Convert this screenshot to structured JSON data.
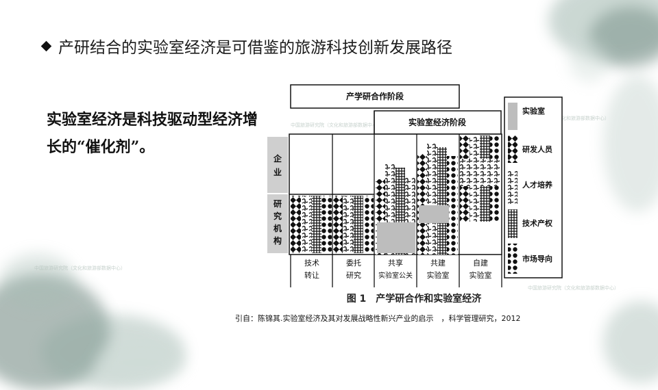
{
  "title": "产研结合的实验室经济是可借鉴的旅游科技创新发展路径",
  "body_text": "实验室经济是科技驱动型经济增长的“催化剂”。",
  "figure": {
    "caption": "图 1　产学研合作和实验室经济",
    "stage_top": "产学研合作阶段",
    "stage_second": "实验室经济阶段",
    "row_labels": {
      "enterprise": [
        "企",
        "业"
      ],
      "research": [
        "研",
        "究",
        "机",
        "构"
      ]
    },
    "columns": [
      [
        "技术",
        "转让"
      ],
      [
        "委托",
        "研究"
      ],
      [
        "共享",
        "实验室公关"
      ],
      [
        "共建",
        "实验室"
      ],
      [
        "自建",
        "实验室"
      ]
    ],
    "legend": [
      {
        "label": "实验室",
        "pattern": "lab-gray"
      },
      {
        "label": "研发人员",
        "pattern": "diamond-checker"
      },
      {
        "label": "人才培养",
        "pattern": "wave-S"
      },
      {
        "label": "技术产权",
        "pattern": "hash-grid"
      },
      {
        "label": "市场导向",
        "pattern": "polka-dot"
      }
    ]
  },
  "citation": "引自：陈锦其.实验室经济及其对发展战略性新兴产业的启示　，科学管理研究，2012",
  "watermark": "中国旅游研究院（文化和旅游部数据中心）",
  "colors": {
    "wash_dark": "#4d6b62",
    "wash_light": "#a7bdb5",
    "lab_fill": "#bdbdbd"
  }
}
